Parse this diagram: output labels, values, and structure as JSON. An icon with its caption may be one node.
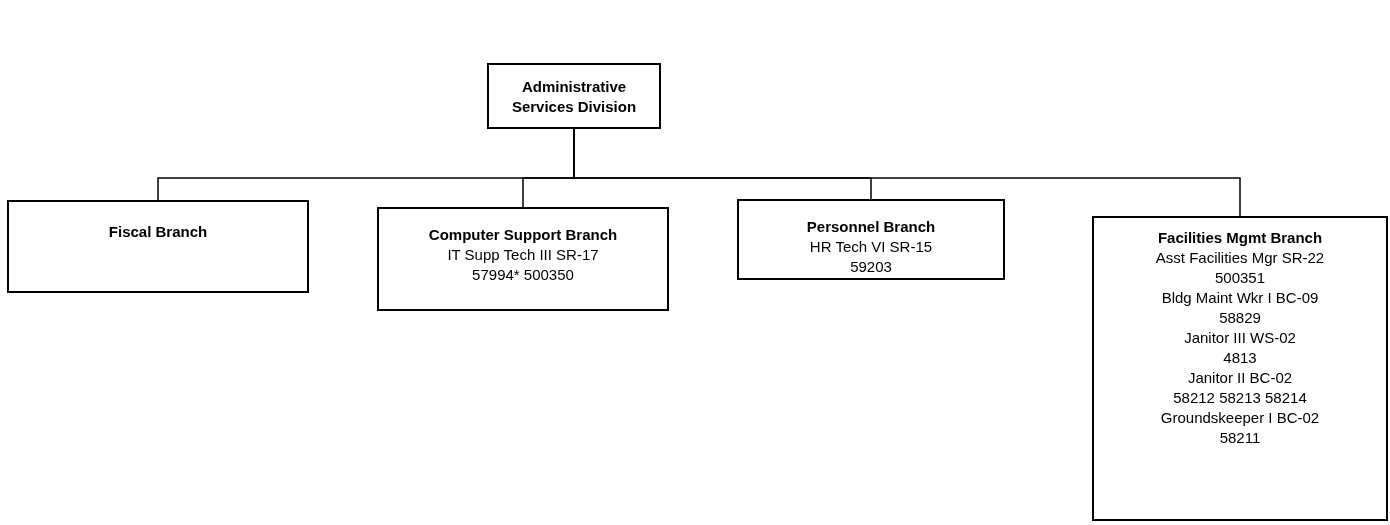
{
  "diagram": {
    "nodes": [
      {
        "text": [
          "Administrative Services Division"
        ]
      },
      {
        "text": [
          "Fiscal Branch"
        ]
      },
      {
        "text": [
          "Computer Support Branch",
          "IT Supp Tech III SR-17",
          "57994* 500350"
        ]
      },
      {
        "text": [
          "Personnel Branch",
          "HR Tech VI SR-15",
          "59203"
        ]
      },
      {
        "text": [
          "Facilities Mgmt Branch",
          "Asst Facilities Mgr SR-22",
          "500351",
          "Bldg Maint Wkr I BC-09",
          "58829",
          "Janitor III WS-02",
          "4813",
          "Janitor II BC-02",
          "58212 58213 58214",
          "Groundskeeper I BC-02",
          "58211"
        ]
      }
    ],
    "edges": [
      {
        "from": 0,
        "to": 1,
        "arrow": "none"
      },
      {
        "from": 0,
        "to": 2,
        "arrow": "none"
      },
      {
        "from": 0,
        "to": 3,
        "arrow": "none"
      },
      {
        "from": 0,
        "to": 4,
        "arrow": "none"
      }
    ]
  }
}
